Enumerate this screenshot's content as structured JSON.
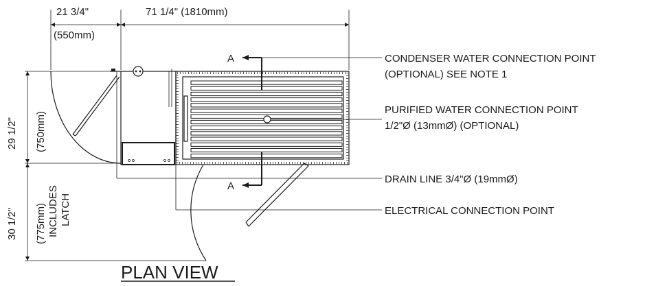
{
  "dimensions": {
    "top_left_in": "21 3/4\"",
    "top_left_mm": "(550mm)",
    "top_overall": "71 1/4\" (1810mm)",
    "left_upper_in": "29 1/2\"",
    "left_upper_mm": "(750mm)",
    "left_lower_in": "30 1/2\"",
    "left_lower_mm": "(775mm)",
    "left_lower_note1": "INCLUDES",
    "left_lower_note2": "LATCH"
  },
  "section_marks": {
    "top": "A",
    "bottom": "A"
  },
  "callouts": {
    "condenser_line1": "CONDENSER WATER CONNECTION POINT",
    "condenser_line2": "(OPTIONAL) SEE NOTE 1",
    "purified_line1": "PURIFIED WATER CONNECTION POINT",
    "purified_line2": "1/2\"Ø (13mmØ) (OPTIONAL)",
    "drain": "DRAIN LINE 3/4\"Ø (19mmØ)",
    "electrical": "ELECTRICAL CONNECTION POINT"
  },
  "view_title": "PLAN VIEW"
}
